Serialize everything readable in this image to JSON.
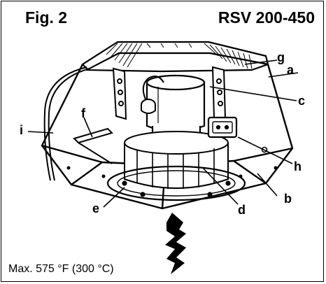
{
  "figure": {
    "label": "Fig. 2",
    "model": "RSV 200-450",
    "note": "Max. 575 °F (300 °C)"
  },
  "callouts": {
    "a": "a",
    "b": "b",
    "c": "c",
    "d": "d",
    "e": "e",
    "f": "f",
    "g": "g",
    "h": "h",
    "i": "i"
  },
  "colors": {
    "line": "#000000",
    "background": "#ffffff",
    "shade": "#d9d9d9"
  }
}
